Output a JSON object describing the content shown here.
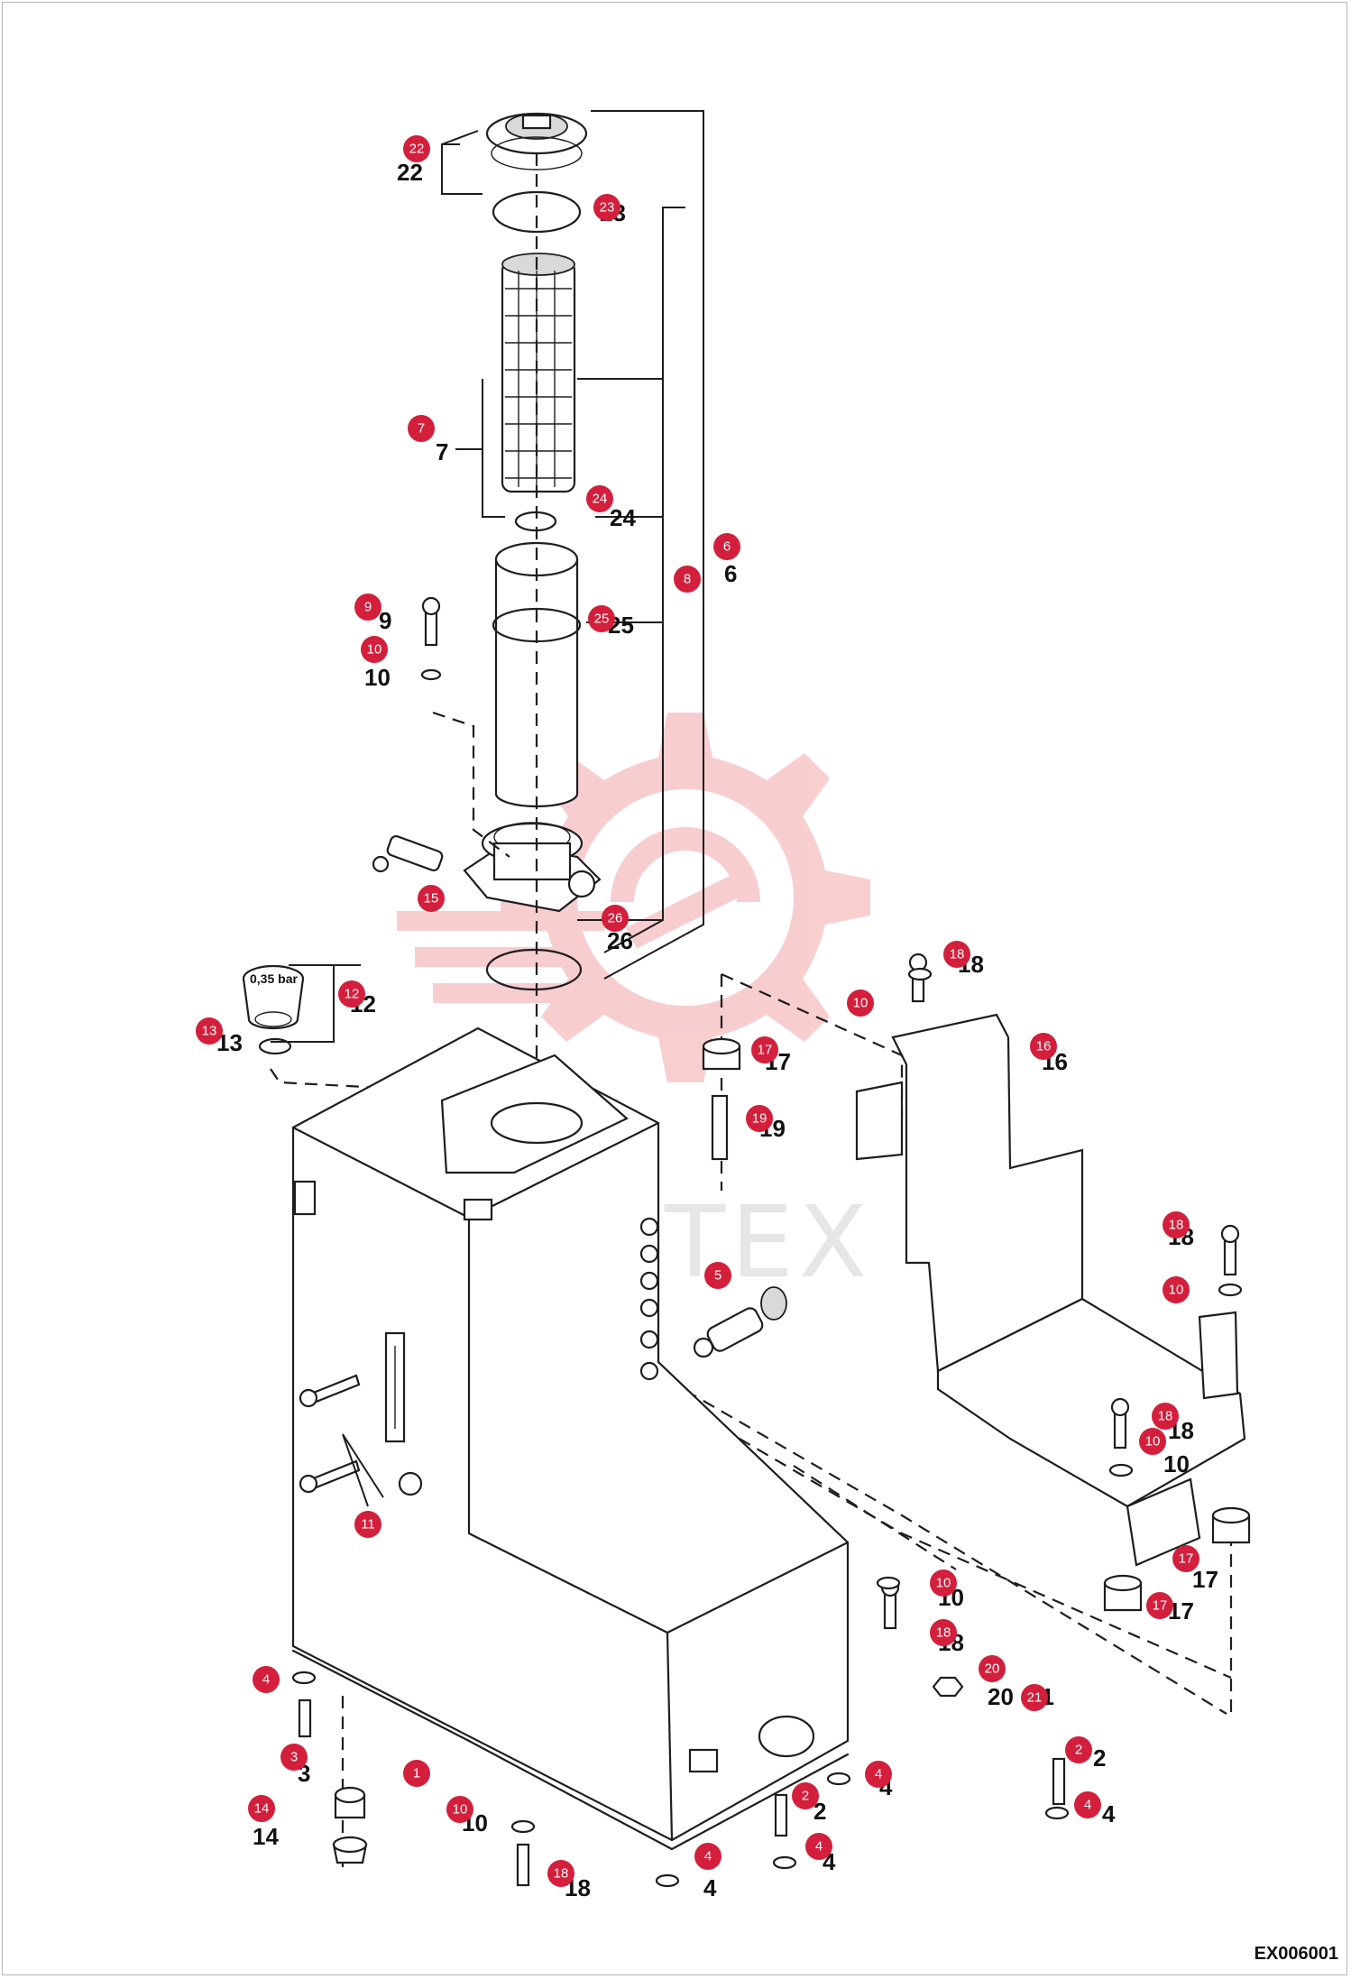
{
  "diagram": {
    "document_code": "EX006001",
    "watermark_text": "ИНТЕХ",
    "cap_pressure_label": "0,35 bar",
    "colors": {
      "badge": "#d31f3c",
      "watermark_gear": "#f4a6a8",
      "line": "#1e1e1e"
    },
    "badges": [
      {
        "id": "22",
        "label": "22"
      },
      {
        "id": "23",
        "label": "23"
      },
      {
        "id": "7",
        "label": "7"
      },
      {
        "id": "24",
        "label": "24"
      },
      {
        "id": "6",
        "label": "6"
      },
      {
        "id": "8",
        "label": "8"
      },
      {
        "id": "9",
        "label": "9"
      },
      {
        "id": "10a",
        "label": "10"
      },
      {
        "id": "25",
        "label": "25"
      },
      {
        "id": "15",
        "label": "15"
      },
      {
        "id": "26",
        "label": "26"
      },
      {
        "id": "12",
        "label": "12"
      },
      {
        "id": "13",
        "label": "13"
      },
      {
        "id": "18a",
        "label": "18"
      },
      {
        "id": "10b",
        "label": "10"
      },
      {
        "id": "17a",
        "label": "17"
      },
      {
        "id": "16",
        "label": "16"
      },
      {
        "id": "19",
        "label": "19"
      },
      {
        "id": "18b",
        "label": "18"
      },
      {
        "id": "10c",
        "label": "10"
      },
      {
        "id": "5",
        "label": "5"
      },
      {
        "id": "18c",
        "label": "18"
      },
      {
        "id": "10d",
        "label": "10"
      },
      {
        "id": "11",
        "label": "11"
      },
      {
        "id": "17b",
        "label": "17"
      },
      {
        "id": "17c",
        "label": "17"
      },
      {
        "id": "10e",
        "label": "10"
      },
      {
        "id": "18d",
        "label": "18"
      },
      {
        "id": "20",
        "label": "20"
      },
      {
        "id": "21",
        "label": "21"
      },
      {
        "id": "4a",
        "label": "4"
      },
      {
        "id": "3",
        "label": "3"
      },
      {
        "id": "1",
        "label": "1"
      },
      {
        "id": "14",
        "label": "14"
      },
      {
        "id": "10f",
        "label": "10"
      },
      {
        "id": "18e",
        "label": "18"
      },
      {
        "id": "4b",
        "label": "4"
      },
      {
        "id": "2a",
        "label": "2"
      },
      {
        "id": "4c",
        "label": "4"
      },
      {
        "id": "4d",
        "label": "4"
      },
      {
        "id": "2b",
        "label": "2"
      },
      {
        "id": "4e",
        "label": "4"
      }
    ],
    "callouts": [
      {
        "id": "22",
        "label": "22"
      },
      {
        "id": "23",
        "label": "23"
      },
      {
        "id": "7",
        "label": "7"
      },
      {
        "id": "24",
        "label": "24"
      },
      {
        "id": "6",
        "label": "6"
      },
      {
        "id": "25",
        "label": "25"
      },
      {
        "id": "9",
        "label": "9"
      },
      {
        "id": "10a",
        "label": "10"
      },
      {
        "id": "26",
        "label": "26"
      },
      {
        "id": "12",
        "label": "12"
      },
      {
        "id": "13",
        "label": "13"
      },
      {
        "id": "18a",
        "label": "18"
      },
      {
        "id": "17a",
        "label": "17"
      },
      {
        "id": "16",
        "label": "16"
      },
      {
        "id": "19",
        "label": "19"
      },
      {
        "id": "18b",
        "label": "18"
      },
      {
        "id": "18c",
        "label": "18"
      },
      {
        "id": "10d",
        "label": "10"
      },
      {
        "id": "17b",
        "label": "17"
      },
      {
        "id": "17c",
        "label": "17"
      },
      {
        "id": "10e",
        "label": "10"
      },
      {
        "id": "18d",
        "label": "18"
      },
      {
        "id": "20",
        "label": "20"
      },
      {
        "id": "21",
        "label": "21"
      },
      {
        "id": "3",
        "label": "3"
      },
      {
        "id": "14",
        "label": "14"
      },
      {
        "id": "10f",
        "label": "10"
      },
      {
        "id": "18e",
        "label": "18"
      },
      {
        "id": "4b",
        "label": "4"
      },
      {
        "id": "2a",
        "label": "2"
      },
      {
        "id": "4c",
        "label": "4"
      },
      {
        "id": "4d",
        "label": "4"
      },
      {
        "id": "2b",
        "label": "2"
      },
      {
        "id": "4e",
        "label": "4"
      }
    ]
  }
}
